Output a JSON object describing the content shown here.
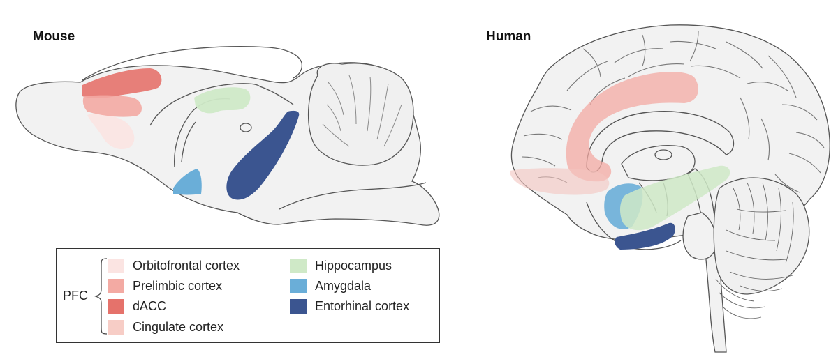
{
  "panels": {
    "mouse": {
      "title": "Mouse"
    },
    "human": {
      "title": "Human"
    }
  },
  "legend": {
    "group_label": "PFC",
    "items": [
      {
        "label": "Orbitofrontal cortex",
        "color": "#fbe4e2",
        "group": "PFC"
      },
      {
        "label": "Prelimbic cortex",
        "color": "#f3aaa3",
        "group": "PFC"
      },
      {
        "label": "dACC",
        "color": "#e5726b",
        "group": "PFC"
      },
      {
        "label": "Cingulate cortex",
        "color": "#f7cdc6",
        "group": "PFC"
      },
      {
        "label": "Hippocampus",
        "color": "#cfe9c7"
      },
      {
        "label": "Amygdala",
        "color": "#6aaed8"
      },
      {
        "label": "Entorhinal cortex",
        "color": "#3b5590"
      }
    ]
  },
  "colors": {
    "outline": "#555555",
    "brain_fill": "#f2f2f2"
  }
}
